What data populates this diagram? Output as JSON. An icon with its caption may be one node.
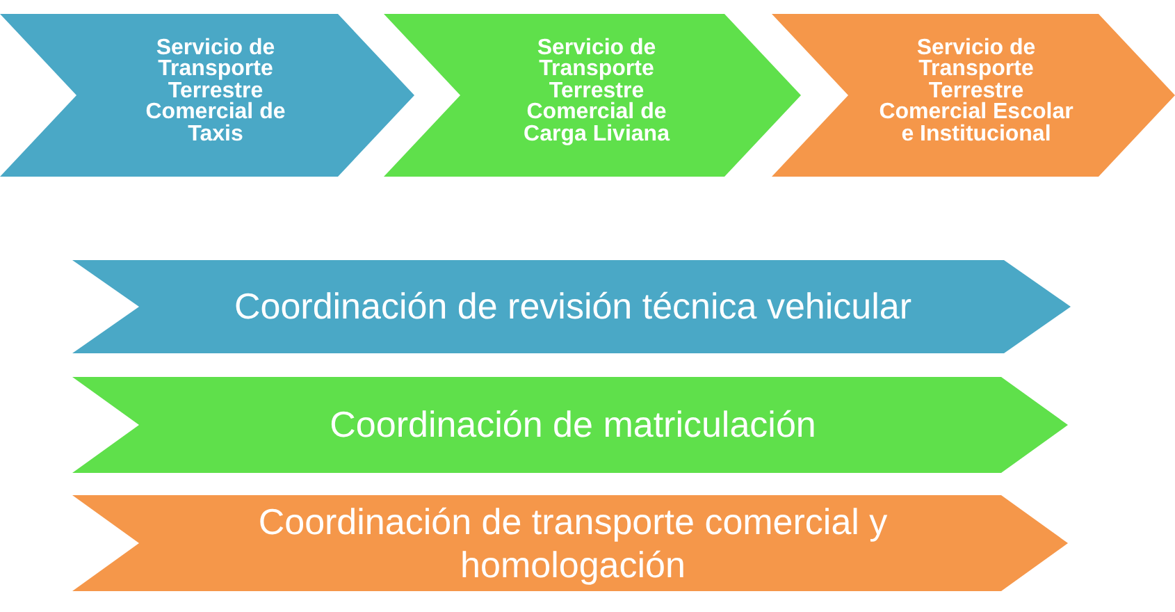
{
  "diagram": {
    "nodes": [
      {
        "text": [
          "Servicio de Transporte Terrestre Comercial de Taxis"
        ]
      },
      {
        "text": [
          "Servicio de Transporte Terrestre Comercial de Carga Liviana"
        ]
      },
      {
        "text": [
          "Servicio de Transporte Terrestre Comercial Escolar e Institucional"
        ]
      },
      {
        "text": [
          "Coordinación de revisión técnica vehicular"
        ]
      },
      {
        "text": [
          "Coordinación de matriculación"
        ]
      },
      {
        "text": [
          "Coordinación de transporte comercial y homologación"
        ]
      }
    ]
  }
}
